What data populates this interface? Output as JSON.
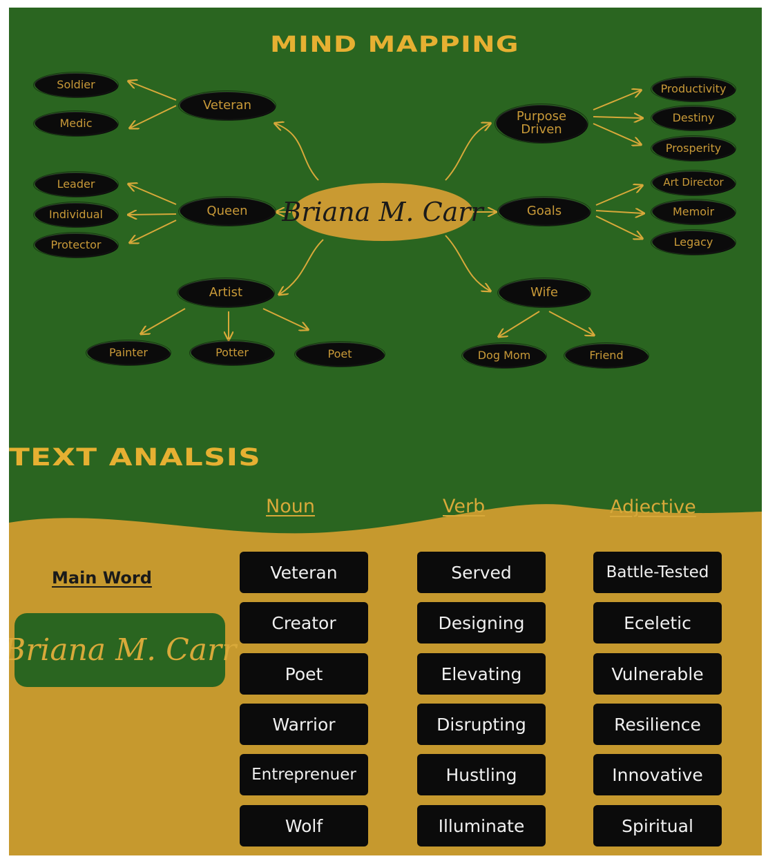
{
  "mind_map": {
    "title": "MIND MAPPING",
    "center": "Briana M. Carr",
    "nodes": {
      "veteran": "Veteran",
      "soldier": "Soldier",
      "medic": "Medic",
      "queen": "Queen",
      "leader": "Leader",
      "individual": "Individual",
      "protector": "Protector",
      "artist": "Artist",
      "painter": "Painter",
      "potter": "Potter",
      "poet": "Poet",
      "purpose_l1": "Purpose",
      "purpose_l2": "Driven",
      "productivity": "Productivity",
      "destiny": "Destiny",
      "prosperity": "Prosperity",
      "goals": "Goals",
      "art_director": "Art Director",
      "memoir": "Memoir",
      "legacy": "Legacy",
      "wife": "Wife",
      "dog_mom": "Dog Mom",
      "friend": "Friend"
    },
    "colors": {
      "background": "#2a6520",
      "accent": "#c99a32",
      "node_fill": "#0b0b0b"
    }
  },
  "text_analysis": {
    "title": "TEXT ANALSIS",
    "headers": {
      "noun": "Noun",
      "verb": "Verb",
      "adjective": "Adjective"
    },
    "main_word_label": "Main Word",
    "main_word": "Briana M. Carr",
    "nouns": [
      "Veteran",
      "Creator",
      "Poet",
      "Warrior",
      "Entreprenuer",
      "Wolf"
    ],
    "verbs": [
      "Served",
      "Designing",
      "Elevating",
      "Disrupting",
      "Hustling",
      "Illuminate"
    ],
    "adjectives": [
      "Battle-Tested",
      "Eceletic",
      "Vulnerable",
      "Resilience",
      "Innovative",
      "Spiritual"
    ]
  }
}
